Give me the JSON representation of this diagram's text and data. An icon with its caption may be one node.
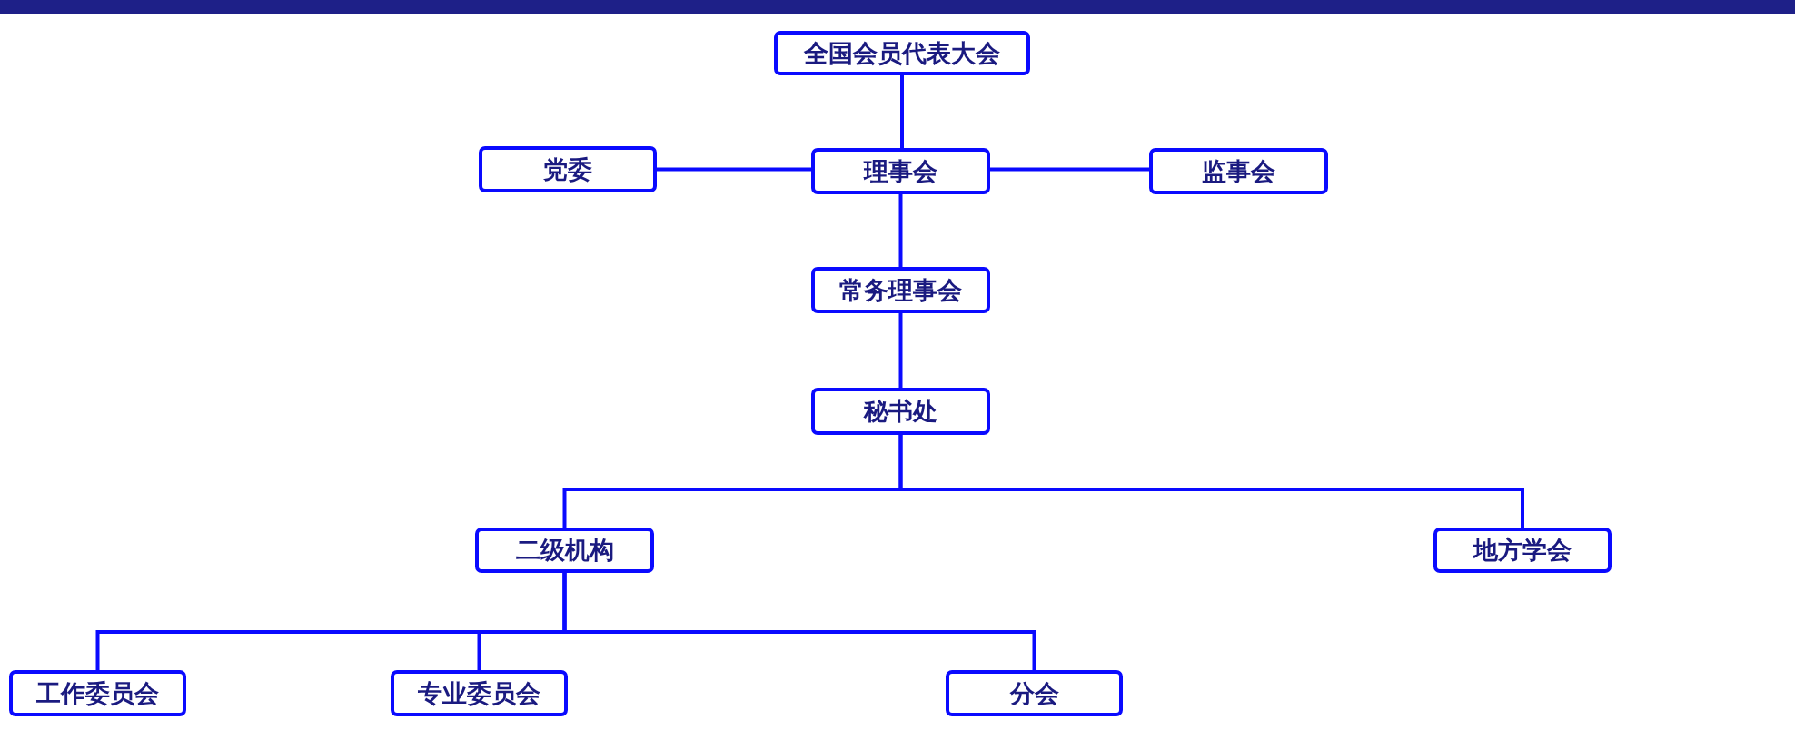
{
  "diagram": {
    "nodes": [
      {
        "text": [
          "全国会员代表大会"
        ]
      },
      {
        "text": [
          "党委"
        ]
      },
      {
        "text": [
          "理事会"
        ]
      },
      {
        "text": [
          "监事会"
        ]
      },
      {
        "text": [
          "常务理事会"
        ]
      },
      {
        "text": [
          "秘书处"
        ]
      },
      {
        "text": [
          "二级机构"
        ]
      },
      {
        "text": [
          "地方学会"
        ]
      },
      {
        "text": [
          "工作委员会"
        ]
      },
      {
        "text": [
          "专业委员会"
        ]
      },
      {
        "text": [
          "分会"
        ]
      }
    ],
    "edges": [
      {
        "from": 0,
        "to": 2,
        "arrow": "none"
      },
      {
        "from": 2,
        "to": 1,
        "arrow": "none"
      },
      {
        "from": 2,
        "to": 3,
        "arrow": "none"
      },
      {
        "from": 2,
        "to": 4,
        "arrow": "none"
      },
      {
        "from": 4,
        "to": 5,
        "arrow": "none"
      },
      {
        "from": 5,
        "to": 6,
        "arrow": "none"
      },
      {
        "from": 5,
        "to": 7,
        "arrow": "none"
      },
      {
        "from": 6,
        "to": 8,
        "arrow": "none"
      },
      {
        "from": 6,
        "to": 9,
        "arrow": "none"
      },
      {
        "from": 6,
        "to": 10,
        "arrow": "none"
      }
    ]
  }
}
